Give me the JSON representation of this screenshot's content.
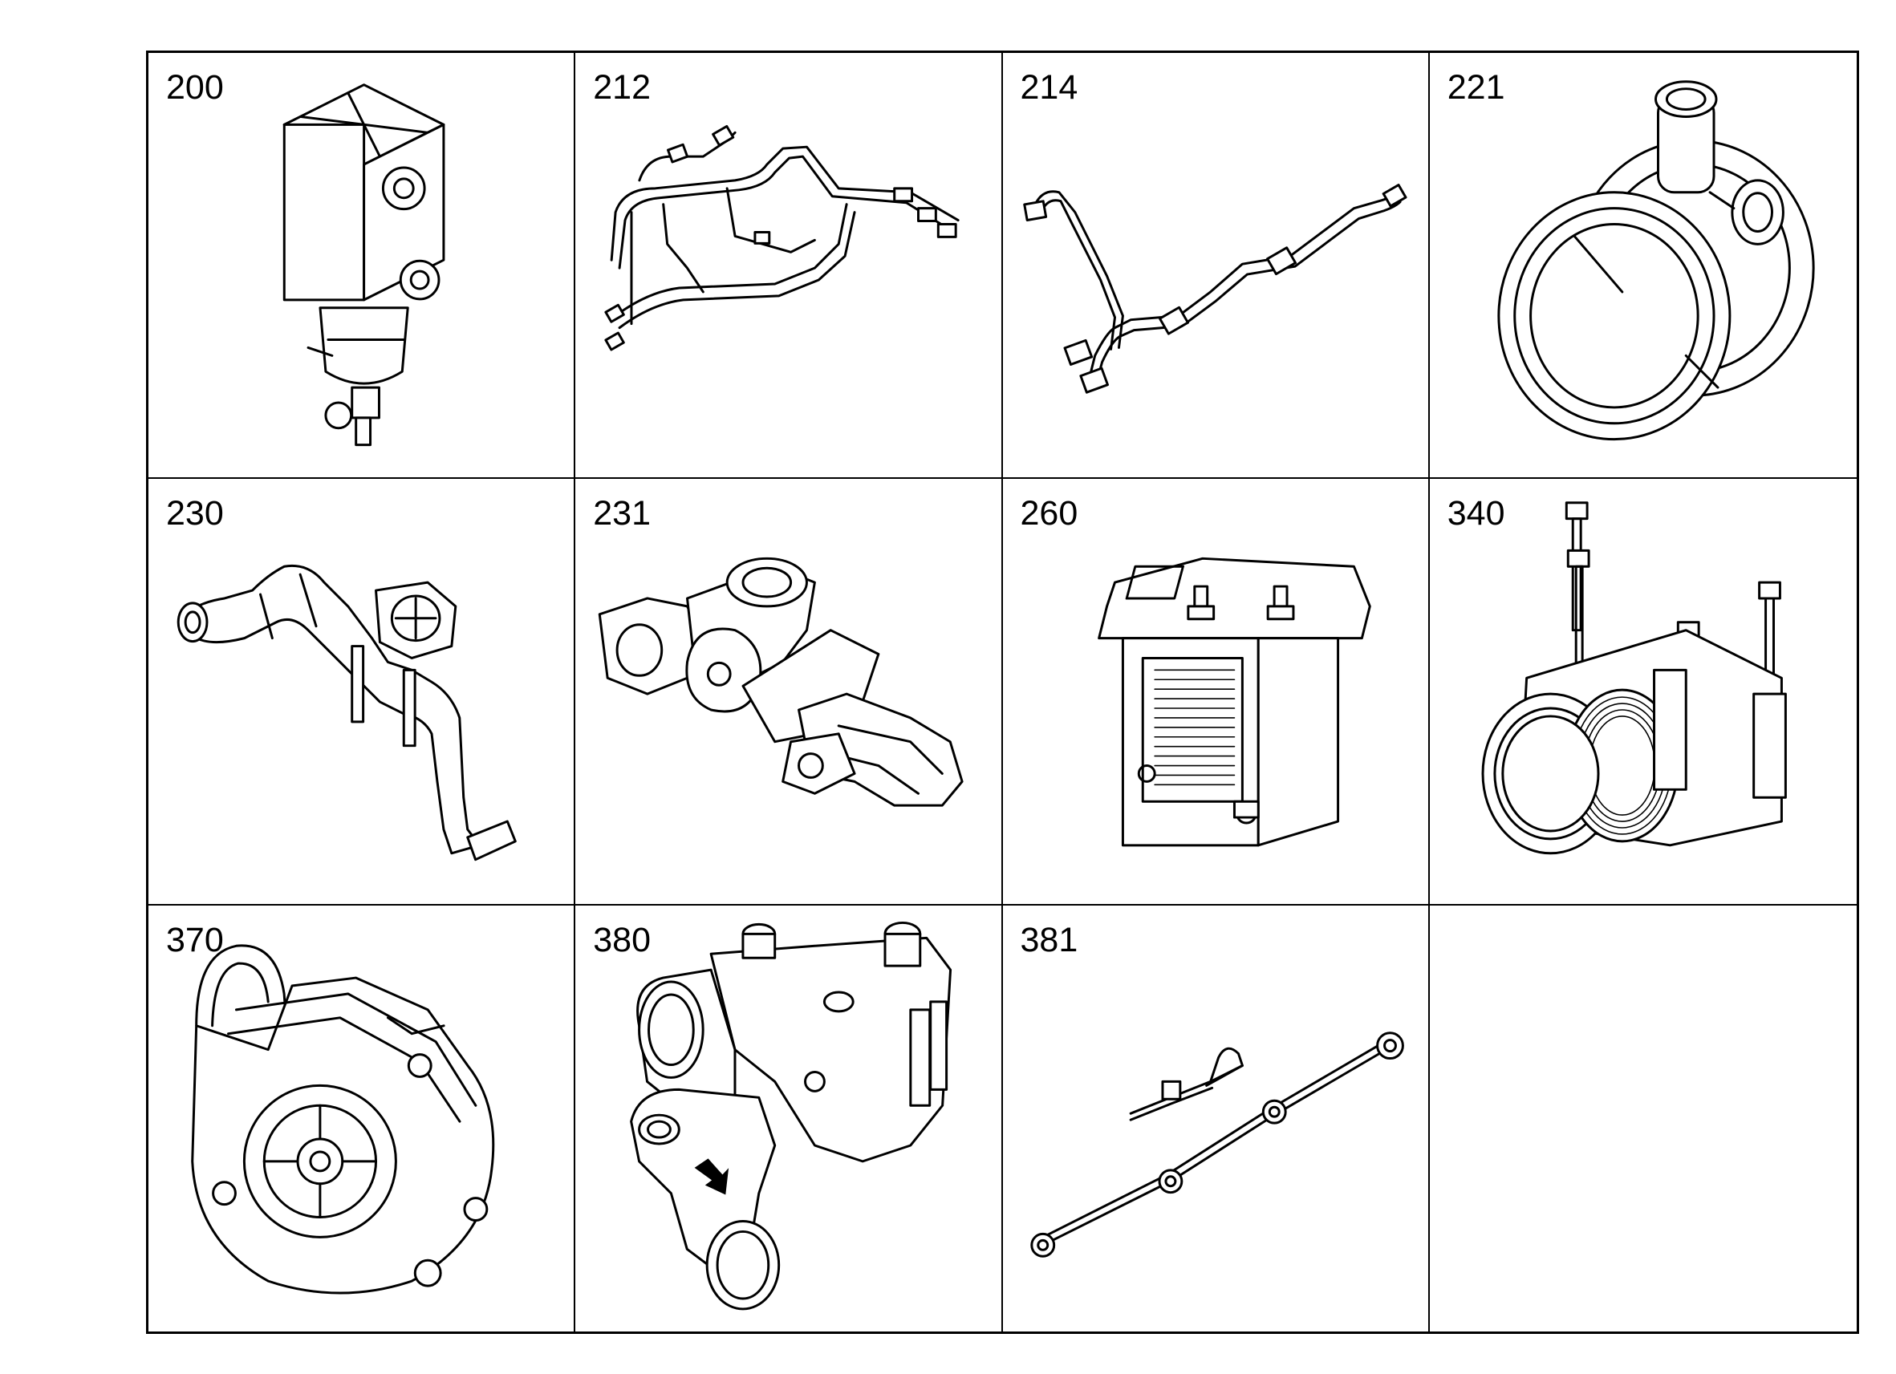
{
  "parts": [
    {
      "number": "200",
      "icon": "fuel-filter-icon"
    },
    {
      "number": "212",
      "icon": "fuel-lines-harness-icon"
    },
    {
      "number": "214",
      "icon": "fuel-pipe-icon"
    },
    {
      "number": "221",
      "icon": "turbocharger-icon"
    },
    {
      "number": "230",
      "icon": "coolant-pipe-icon"
    },
    {
      "number": "231",
      "icon": "thermostat-housing-icon"
    },
    {
      "number": "260",
      "icon": "oil-cooler-icon"
    },
    {
      "number": "340",
      "icon": "ac-compressor-icon"
    },
    {
      "number": "370",
      "icon": "water-pump-icon"
    },
    {
      "number": "380",
      "icon": "coolant-manifold-icon"
    },
    {
      "number": "381",
      "icon": "oil-pipe-icon"
    }
  ]
}
